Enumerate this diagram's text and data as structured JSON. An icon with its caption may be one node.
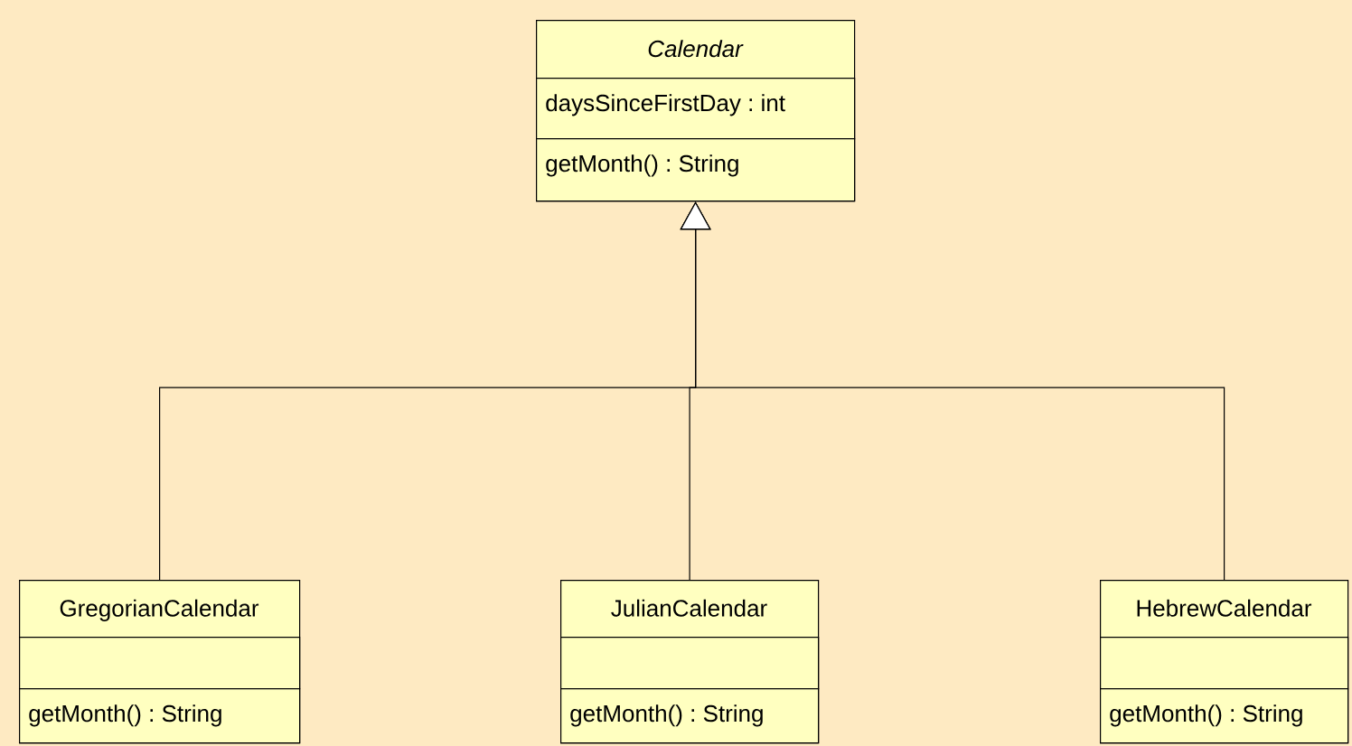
{
  "diagram": {
    "nodes": [
      {
        "text": [
          "Calendar"
        ]
      },
      {
        "text": [
          "daysSinceFirstDay : int"
        ],
        "in": 0
      },
      {
        "text": [
          "getMonth() : String"
        ],
        "in": 0
      },
      {
        "text": [
          "GregorianCalendar"
        ]
      },
      {
        "text": [],
        "shape": "box",
        "in": 3
      },
      {
        "text": [
          "getMonth() : String"
        ],
        "in": 3
      },
      {
        "text": [
          "JulianCalendar"
        ]
      },
      {
        "text": [],
        "shape": "box",
        "in": 6
      },
      {
        "text": [
          "getMonth() : String"
        ],
        "in": 6
      },
      {
        "text": [
          "HebrewCalendar"
        ]
      },
      {
        "text": [],
        "shape": "box",
        "in": 9
      },
      {
        "text": [
          "getMonth() : String"
        ],
        "in": 9
      }
    ],
    "edges": [
      {
        "from": 3,
        "to": 0,
        "arrow": "to"
      },
      {
        "from": 6,
        "to": 0,
        "arrow": "to"
      },
      {
        "from": 9,
        "to": 0,
        "arrow": "to"
      }
    ]
  }
}
